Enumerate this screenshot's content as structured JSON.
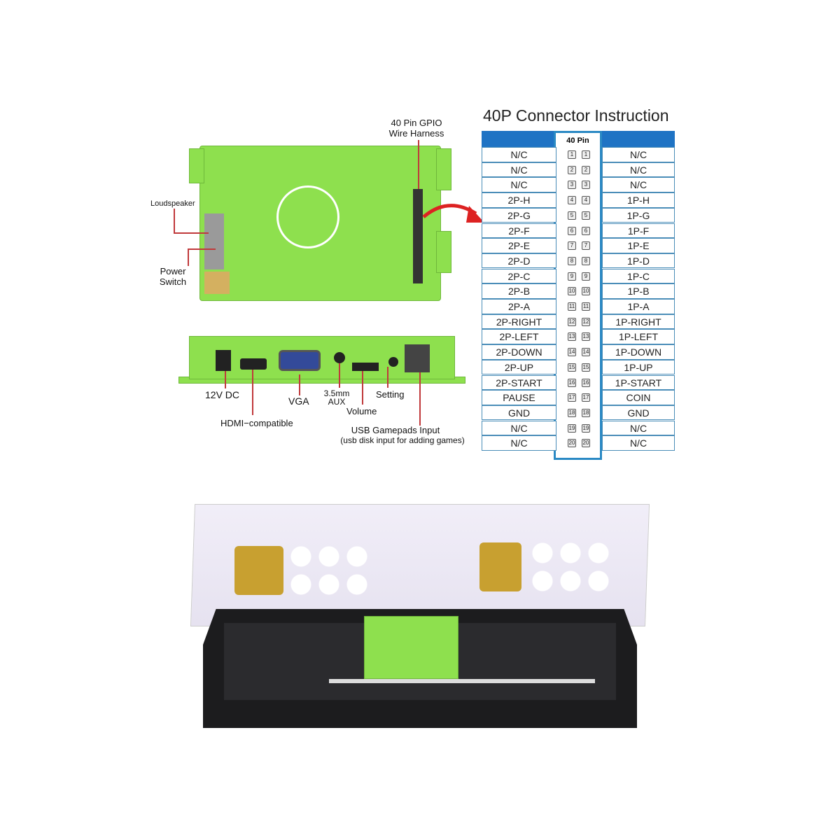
{
  "title": "40P Connector Instruction",
  "pin_header": "40 Pin",
  "device_top": {
    "gpio_label": "40 Pin GPIO Wire Harness",
    "loudspeaker": "Loudspeaker",
    "power_switch": "Power Switch"
  },
  "device_ports": {
    "dc": "12V DC",
    "hdmi": "HDMI−compatible",
    "vga": "VGA",
    "aux": "3.5mm AUX",
    "volume": "Volume",
    "setting": "Setting",
    "usb": "USB Gamepads Input",
    "usb_note": "(usb disk input for adding games)"
  },
  "rows": [
    {
      "pin": "1",
      "left": "N/C",
      "right": "N/C"
    },
    {
      "pin": "2",
      "left": "N/C",
      "right": "N/C"
    },
    {
      "pin": "3",
      "left": "N/C",
      "right": "N/C"
    },
    {
      "pin": "4",
      "left": "2P-H",
      "right": "1P-H"
    },
    {
      "pin": "5",
      "left": "2P-G",
      "right": "1P-G"
    },
    {
      "pin": "6",
      "left": "2P-F",
      "right": "1P-F"
    },
    {
      "pin": "7",
      "left": "2P-E",
      "right": "1P-E"
    },
    {
      "pin": "8",
      "left": "2P-D",
      "right": "1P-D"
    },
    {
      "pin": "9",
      "left": "2P-C",
      "right": "1P-C"
    },
    {
      "pin": "10",
      "left": "2P-B",
      "right": "1P-B"
    },
    {
      "pin": "11",
      "left": "2P-A",
      "right": "1P-A"
    },
    {
      "pin": "12",
      "left": "2P-RIGHT",
      "right": "1P-RIGHT"
    },
    {
      "pin": "13",
      "left": "2P-LEFT",
      "right": "1P-LEFT"
    },
    {
      "pin": "14",
      "left": "2P-DOWN",
      "right": "1P-DOWN"
    },
    {
      "pin": "15",
      "left": "2P-UP",
      "right": "1P-UP"
    },
    {
      "pin": "16",
      "left": "2P-START",
      "right": "1P-START"
    },
    {
      "pin": "17",
      "left": "PAUSE",
      "right": "COIN"
    },
    {
      "pin": "18",
      "left": "GND",
      "right": "GND"
    },
    {
      "pin": "19",
      "left": "N/C",
      "right": "N/C"
    },
    {
      "pin": "20",
      "left": "N/C",
      "right": "N/C"
    }
  ]
}
